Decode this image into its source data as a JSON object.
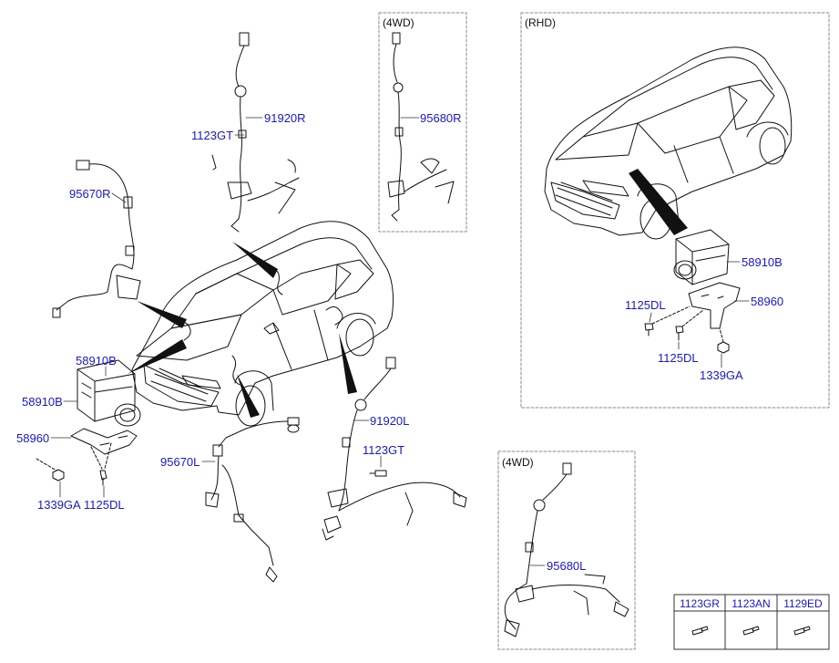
{
  "colors": {
    "label": "#1818c8",
    "line": "#111111",
    "frame": "#888888"
  },
  "insets": {
    "fwd_top": "(4WD)",
    "rhd": "(RHD)",
    "fwd_bottom": "(4WD)"
  },
  "labels": {
    "p91920R": "91920R",
    "p1123GT_top": "1123GT",
    "p95670R": "95670R",
    "p95680R": "95680R",
    "p58910B_left_a": "58910B",
    "p58910B_left_b": "58910B",
    "p58960_left": "58960",
    "p1339GA_left": "1339GA",
    "p1125DL_left": "1125DL",
    "p95670L": "95670L",
    "p91920L": "91920L",
    "p1123GT_mid": "1123GT",
    "p95680L": "95680L",
    "p58910B_rhd": "58910B",
    "p1125DL_rhd_a": "1125DL",
    "p58960_rhd": "58960",
    "p1125DL_rhd_b": "1125DL",
    "p1339GA_rhd": "1339GA"
  },
  "fastener_table": {
    "headers": [
      "1123GR",
      "1123AN",
      "1129ED"
    ],
    "icons": [
      "bolt-icon",
      "bolt-icon",
      "bolt-icon"
    ]
  }
}
